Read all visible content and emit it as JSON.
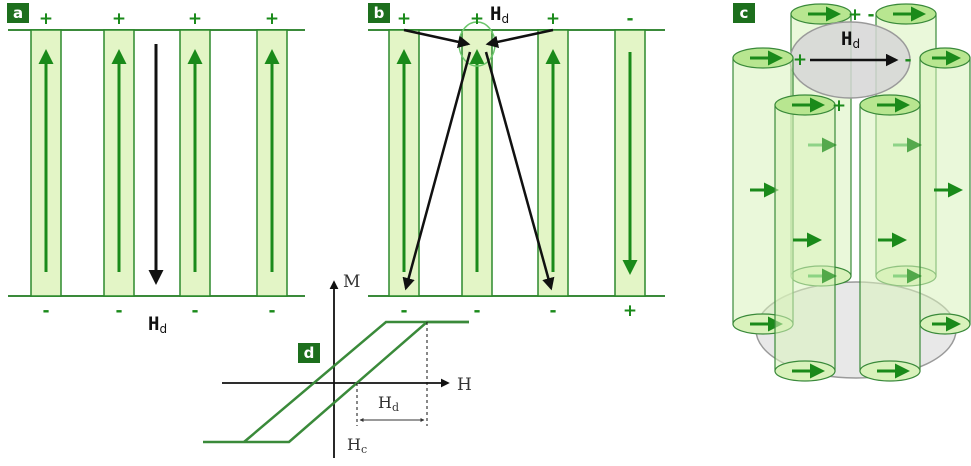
{
  "colors": {
    "bar_fill": "#e3f5c6",
    "bar_stroke": "#2d8a2d",
    "arrow_green": "#1a8a1a",
    "plate_line": "#3a8a3a",
    "label_bg": "#1d6f1d",
    "label_text": "#ffffff",
    "black": "#111111",
    "disk_gray": "#d9d9d9"
  },
  "panels": {
    "a": {
      "label": "a",
      "top_signs": [
        "+",
        "+",
        "+",
        "+"
      ],
      "bottom_signs": [
        "-",
        "-",
        "-",
        "-"
      ],
      "field_symbol": "H",
      "field_subscript": "d"
    },
    "b": {
      "label": "b",
      "top_signs": [
        "+",
        "+",
        "+",
        "-"
      ],
      "bottom_signs": [
        "-",
        "-",
        "-",
        "+"
      ],
      "field_symbol": "H",
      "field_subscript": "d"
    },
    "c": {
      "label": "c",
      "field_symbol": "H",
      "field_subscript": "d",
      "top_signs": [
        "+",
        "-",
        "+",
        "-",
        "+"
      ]
    },
    "d": {
      "label": "d",
      "axis_y": "M",
      "axis_x": "H",
      "hd_symbol": "H",
      "hd_subscript": "d",
      "hc_symbol": "H",
      "hc_subscript": "c"
    }
  }
}
